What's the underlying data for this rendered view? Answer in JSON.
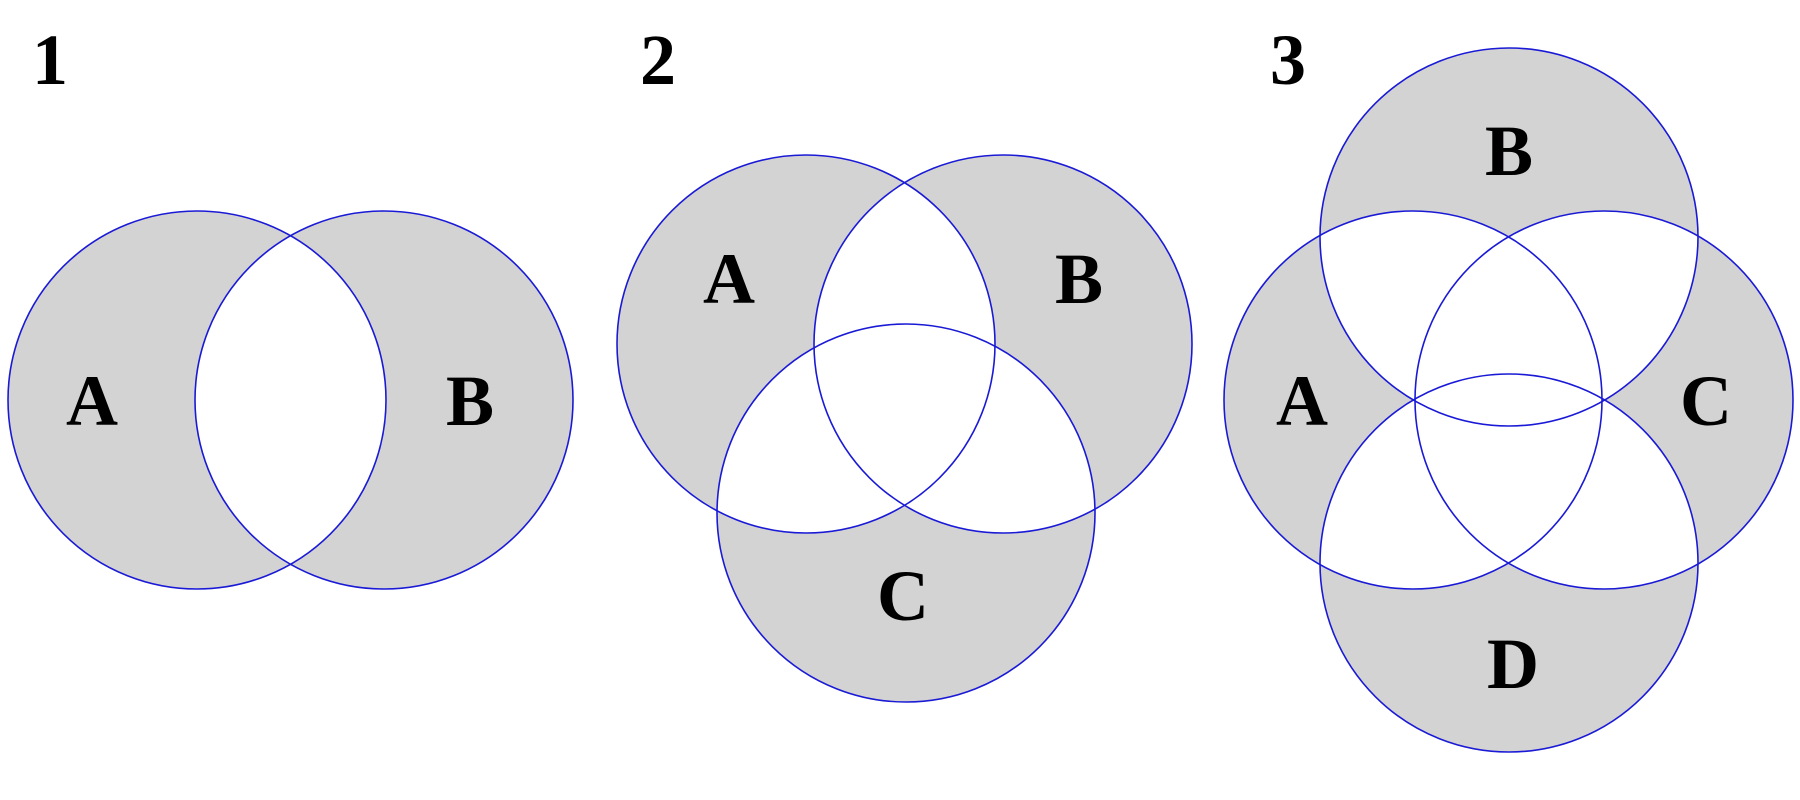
{
  "colors": {
    "background": "#ffffff",
    "shaded_region": "#d4d3d4",
    "circle_outline": "#1a1ad6",
    "text": "#000000"
  },
  "panels": [
    {
      "number": "1",
      "sets": [
        "A",
        "B"
      ],
      "shading": "regions belonging to exactly one set (symmetric difference); overlap unshaded"
    },
    {
      "number": "2",
      "sets": [
        "A",
        "B",
        "C"
      ],
      "shading": "regions belonging to exactly one set; all overlaps unshaded"
    },
    {
      "number": "3",
      "sets": [
        "A",
        "B",
        "C",
        "D"
      ],
      "shading": "regions belonging to exactly one set; all overlaps unshaded"
    }
  ]
}
